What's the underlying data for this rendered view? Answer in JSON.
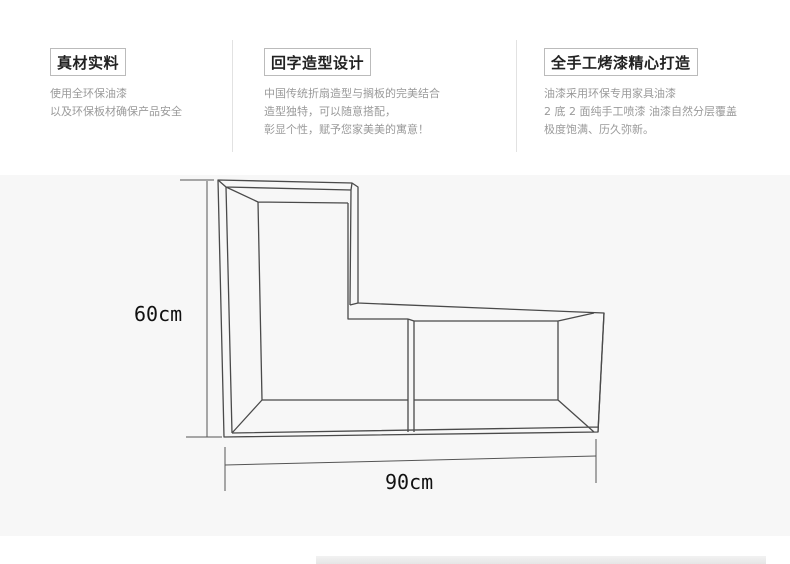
{
  "features": [
    {
      "title": "真材实料",
      "lines": [
        "使用全环保油漆",
        "以及环保板材确保产品安全"
      ]
    },
    {
      "title": "回字造型设计",
      "lines": [
        "中国传统折扇造型与搁板的完美结合",
        "造型独特，可以随意搭配，",
        "彰显个性，赋予您家美美的寓意！"
      ]
    },
    {
      "title": "全手工烤漆精心打造",
      "lines": [
        "油漆采用环保专用家具油漆",
        "2 底 2 面纯手工喷漆 油漆自然分层覆盖",
        "极度饱满、历久弥新。"
      ]
    }
  ],
  "diagram": {
    "height_label": "60cm",
    "width_label": "90cm"
  }
}
